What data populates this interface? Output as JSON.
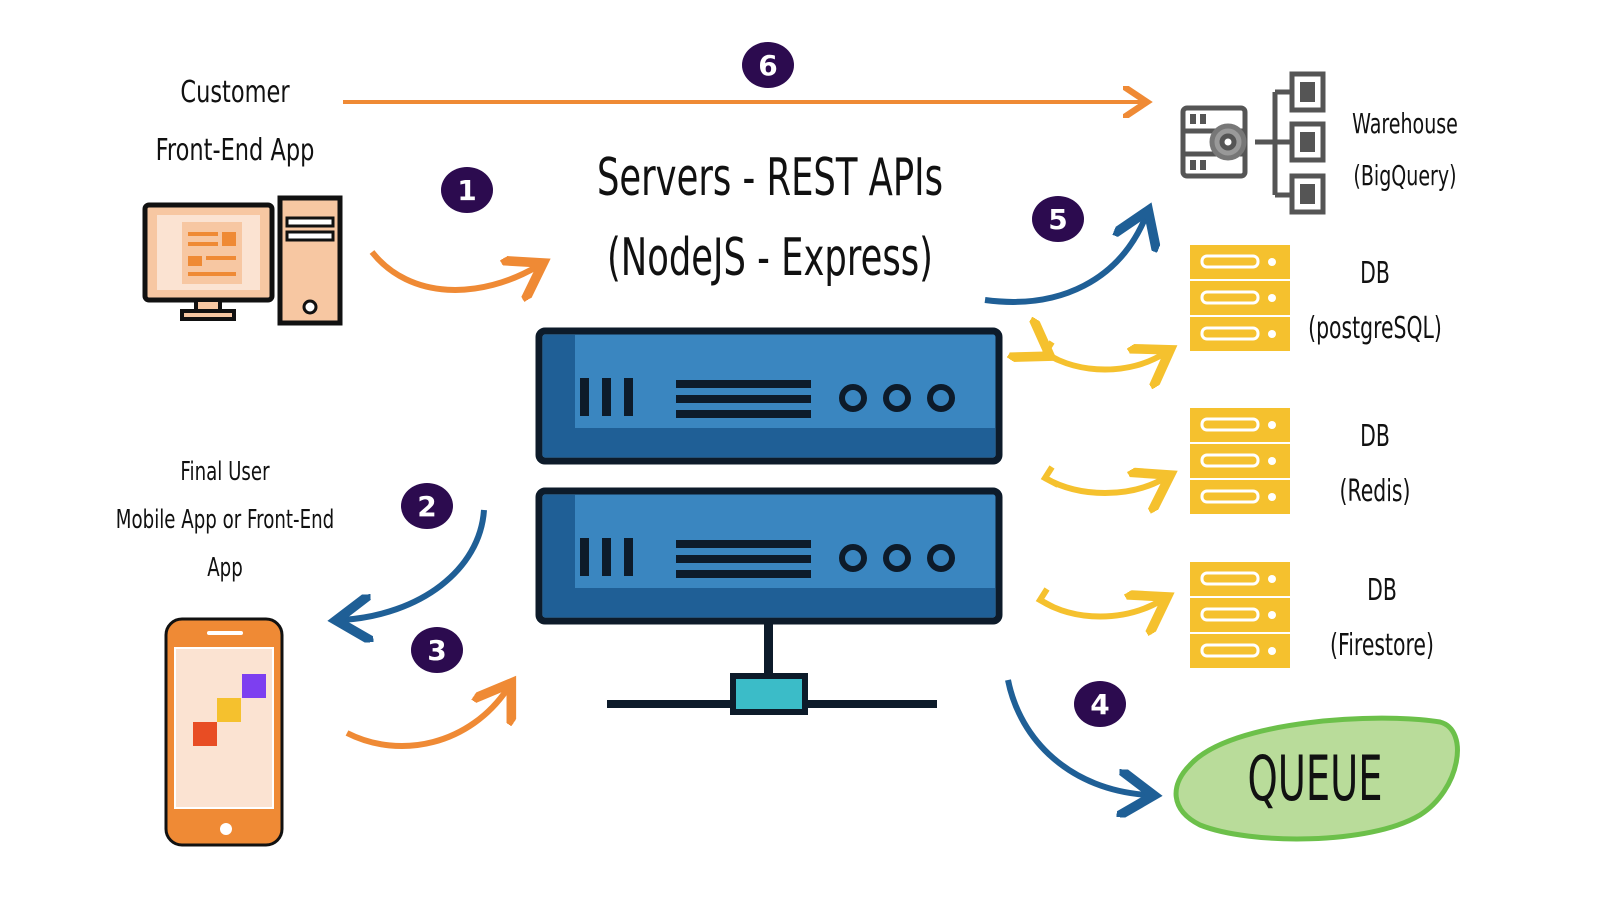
{
  "title": {
    "line1": "Servers - REST APIs",
    "line2": "(NodeJS - Express)"
  },
  "customer": {
    "line1": "Customer",
    "line2": "Front-End App"
  },
  "final_user": {
    "line1": "Final User",
    "line2": "Mobile App or Front-End",
    "line3": "App"
  },
  "warehouse": {
    "line1": "Warehouse",
    "line2": "(BigQuery)"
  },
  "databases": [
    {
      "line1": "DB",
      "line2": "(postgreSQL)"
    },
    {
      "line1": "DB",
      "line2": "(Redis)"
    },
    {
      "line1": "DB",
      "line2": "(Firestore)"
    }
  ],
  "queue": {
    "label": "QUEUE"
  },
  "steps": [
    "1",
    "2",
    "3",
    "4",
    "5",
    "6"
  ],
  "colors": {
    "orange": "#ef8a35",
    "blue": "#1f5f96",
    "yellow": "#f5c12e",
    "badge": "#2c0b4f",
    "server": "#3a86c0",
    "queue": "#b9dc9a"
  }
}
